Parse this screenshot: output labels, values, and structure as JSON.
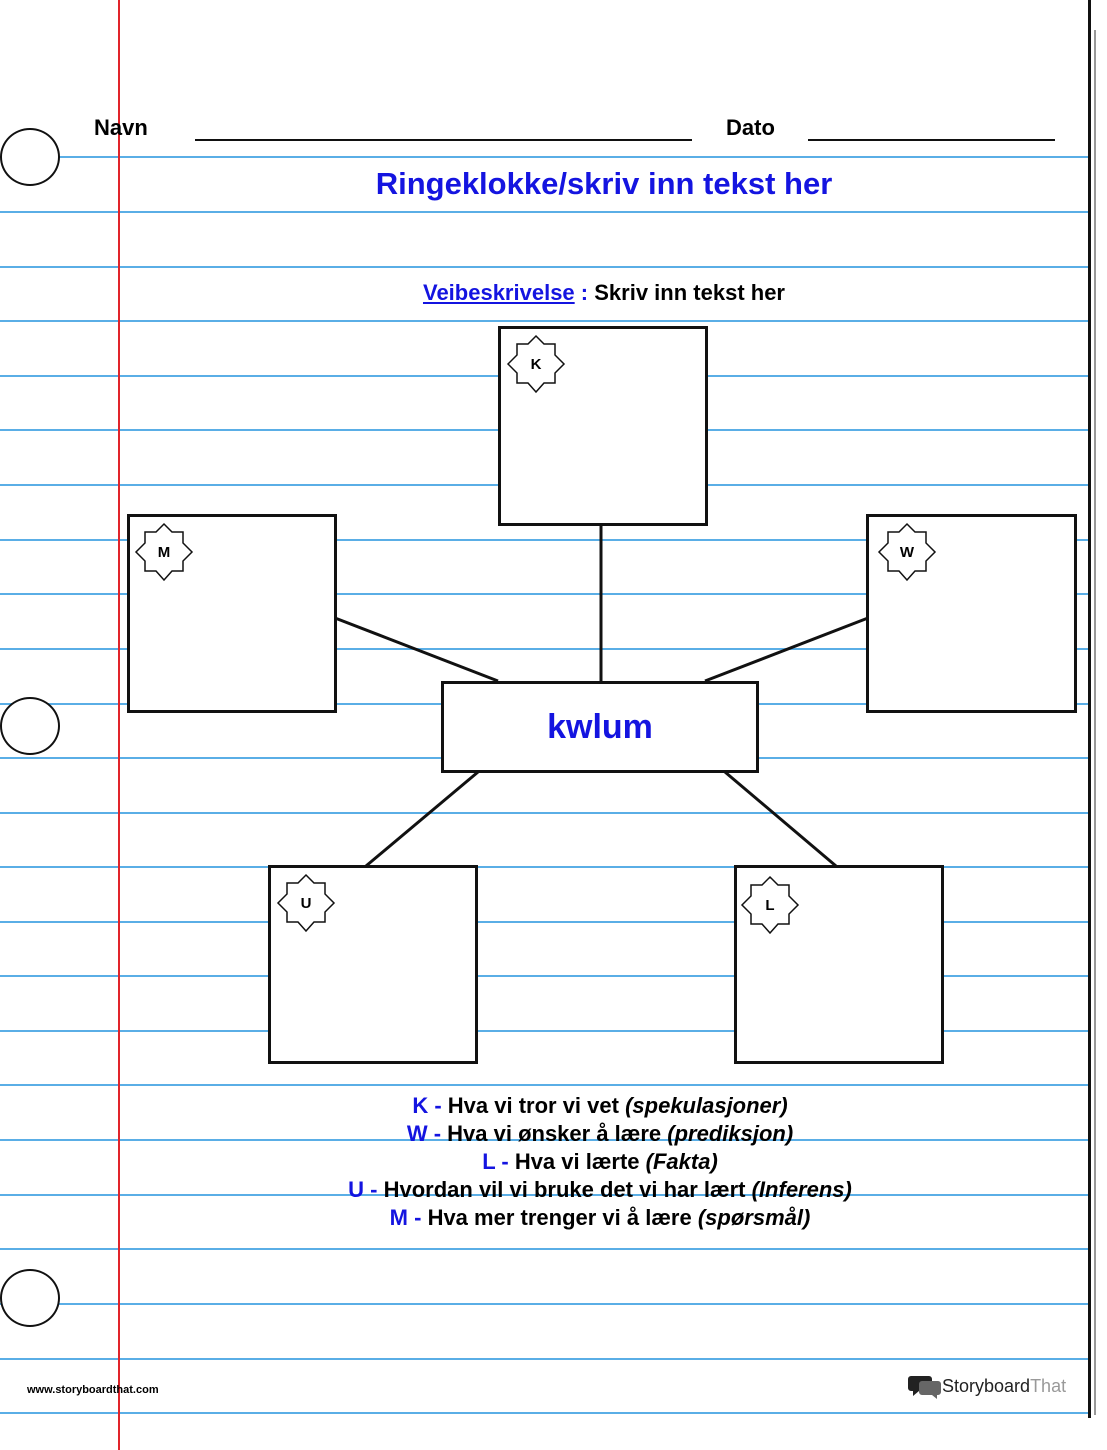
{
  "header": {
    "name_label": "Navn",
    "date_label": "Dato"
  },
  "title": "Ringeklokke/skriv inn tekst her",
  "directions": {
    "label": "Veibeskrivelse",
    "separator": ":",
    "text": "Skriv inn tekst her"
  },
  "center": {
    "label": "kwlum"
  },
  "boxes": {
    "k": "K",
    "w": "W",
    "l": "L",
    "u": "U",
    "m": "M"
  },
  "legend": [
    {
      "key": "K -",
      "text": "Hva vi tror vi vet",
      "note": "(spekulasjoner)"
    },
    {
      "key": "W -",
      "text": "Hva vi ønsker å lære",
      "note": "(prediksjon)"
    },
    {
      "key": "L -",
      "text": "Hva vi lærte",
      "note": "(Fakta)"
    },
    {
      "key": "U -",
      "text": "Hvordan vil vi bruke det vi har lært",
      "note": "(Inferens)"
    },
    {
      "key": "M -",
      "text": "Hva mer trenger vi å lære",
      "note": "(spørsmål)"
    }
  ],
  "footer": {
    "url": "www.storyboardthat.com",
    "brand_first": "Storyboard",
    "brand_second": "That"
  },
  "colors": {
    "accent": "#1414e0",
    "rule_line": "#5aaee6",
    "margin_line": "#e1242a"
  }
}
